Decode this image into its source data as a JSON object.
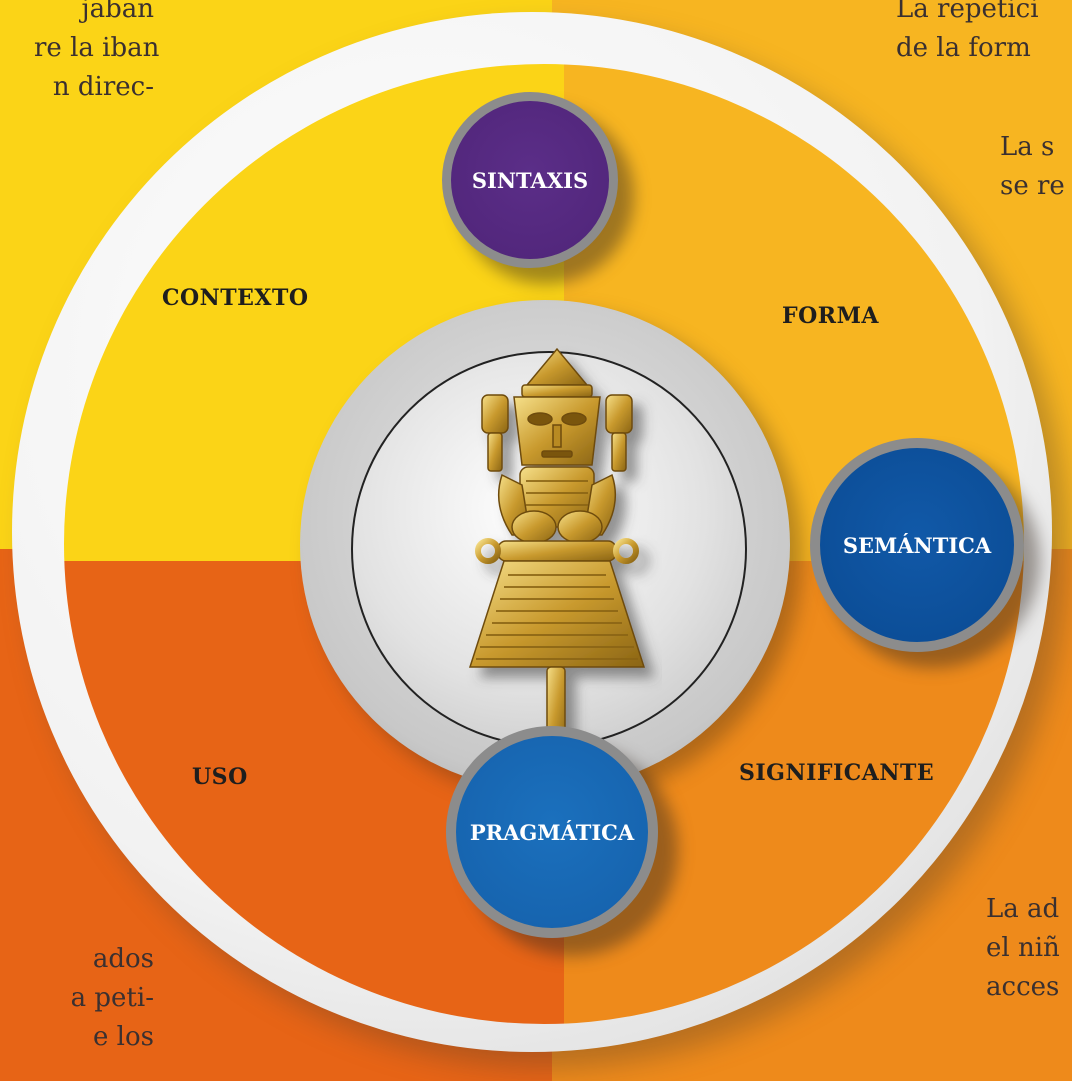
{
  "background_text": {
    "top_left": [
      "jaban",
      "re la iban",
      "n direc-"
    ],
    "top_right_1": [
      "La repetici",
      "de la form"
    ],
    "top_right_2": [
      "La s",
      "se re"
    ],
    "bottom_left": [
      "ados",
      "a peti-",
      "e los"
    ],
    "bottom_right": [
      "La ad",
      "el niñ",
      "acces"
    ]
  },
  "quadrants": {
    "top_left": "CONTEXTO",
    "top_right": "FORMA",
    "bottom_left": "USO",
    "bottom_right": "SIGNIFICANTE"
  },
  "bubbles": {
    "top": {
      "label": "SINTAXIS",
      "color": "#53277E"
    },
    "right": {
      "label": "SEMÁNTICA",
      "color": "#0B4F9C"
    },
    "bottom": {
      "label": "PRAGMÁTICA",
      "color": "#1767B2"
    }
  },
  "colors": {
    "yellow": "#FBD417",
    "amber": "#F7B521",
    "orange_dark": "#E76416",
    "orange": "#EE8A1B"
  },
  "center_image": "golden-tunjo-figure-icon"
}
